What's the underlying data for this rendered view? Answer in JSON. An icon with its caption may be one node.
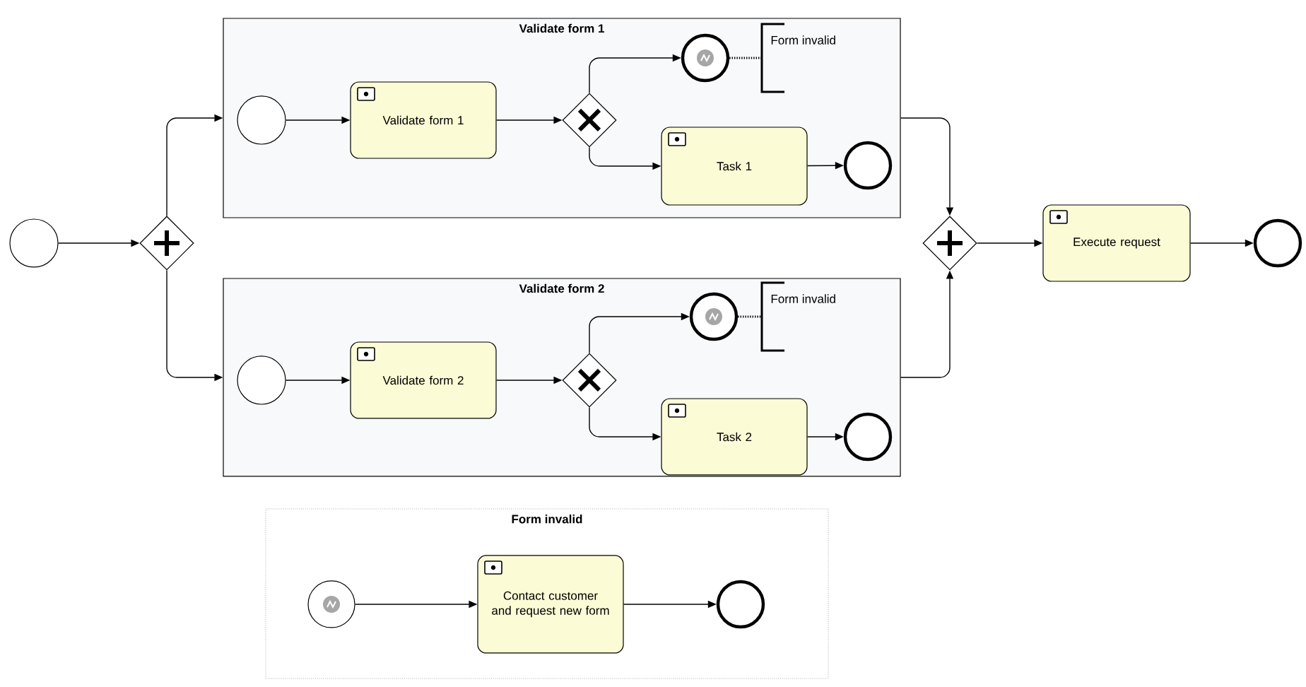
{
  "diagram": {
    "nodes": [
      {
        "text": [],
        "shape": "circle"
      },
      {
        "text": [],
        "shape": "diamond"
      },
      {
        "text": [
          "Validate form 1"
        ]
      },
      {
        "text": [],
        "shape": "circle",
        "in": 2
      },
      {
        "text": [
          "Validate form 1"
        ],
        "in": 2
      },
      {
        "text": [],
        "shape": "diamond",
        "in": 2
      },
      {
        "text": [],
        "shape": "circle",
        "in": 2
      },
      {
        "text": [
          "Form invalid"
        ],
        "in": 2
      },
      {
        "text": [
          "Task 1"
        ],
        "in": 2
      },
      {
        "text": [],
        "shape": "circle",
        "in": 2
      },
      {
        "text": [
          "Validate form 2"
        ]
      },
      {
        "text": [],
        "shape": "circle",
        "in": 10
      },
      {
        "text": [
          "Validate form 2"
        ],
        "in": 10
      },
      {
        "text": [],
        "shape": "diamond",
        "in": 10
      },
      {
        "text": [],
        "shape": "circle",
        "in": 10
      },
      {
        "text": [
          "Form invalid"
        ],
        "in": 10
      },
      {
        "text": [
          "Task 2"
        ],
        "in": 10
      },
      {
        "text": [],
        "shape": "circle",
        "in": 10
      },
      {
        "text": [],
        "shape": "diamond"
      },
      {
        "text": [
          "Execute request"
        ]
      },
      {
        "text": [],
        "shape": "circle"
      },
      {
        "text": [
          "Form invalid"
        ]
      },
      {
        "text": [],
        "shape": "circle",
        "in": 21
      },
      {
        "text": [
          "Contact customer and request new form"
        ],
        "in": 21
      },
      {
        "text": [],
        "shape": "circle",
        "in": 21
      }
    ],
    "edges": [
      {
        "from": 0,
        "to": 1,
        "arrow": "to"
      },
      {
        "from": 1,
        "to": 2,
        "arrow": "to"
      },
      {
        "from": 1,
        "to": 10,
        "arrow": "to"
      },
      {
        "from": 3,
        "to": 4,
        "arrow": "to"
      },
      {
        "from": 4,
        "to": 5,
        "arrow": "to"
      },
      {
        "from": 5,
        "to": 6,
        "arrow": "to"
      },
      {
        "from": 5,
        "to": 8,
        "arrow": "to"
      },
      {
        "from": 6,
        "to": 7,
        "arrow": "none",
        "style": "dashed"
      },
      {
        "from": 8,
        "to": 9,
        "arrow": "to"
      },
      {
        "from": 11,
        "to": 12,
        "arrow": "to"
      },
      {
        "from": 12,
        "to": 13,
        "arrow": "to"
      },
      {
        "from": 13,
        "to": 14,
        "arrow": "to"
      },
      {
        "from": 13,
        "to": 16,
        "arrow": "to"
      },
      {
        "from": 14,
        "to": 15,
        "arrow": "none",
        "style": "dashed"
      },
      {
        "from": 16,
        "to": 17,
        "arrow": "to"
      },
      {
        "from": 2,
        "to": 18,
        "arrow": "to"
      },
      {
        "from": 10,
        "to": 18,
        "arrow": "to"
      },
      {
        "from": 18,
        "to": 19,
        "arrow": "to"
      },
      {
        "from": 19,
        "to": 20,
        "arrow": "to"
      },
      {
        "from": 22,
        "to": 23,
        "arrow": "to"
      },
      {
        "from": 23,
        "to": 24,
        "arrow": "to"
      }
    ]
  }
}
